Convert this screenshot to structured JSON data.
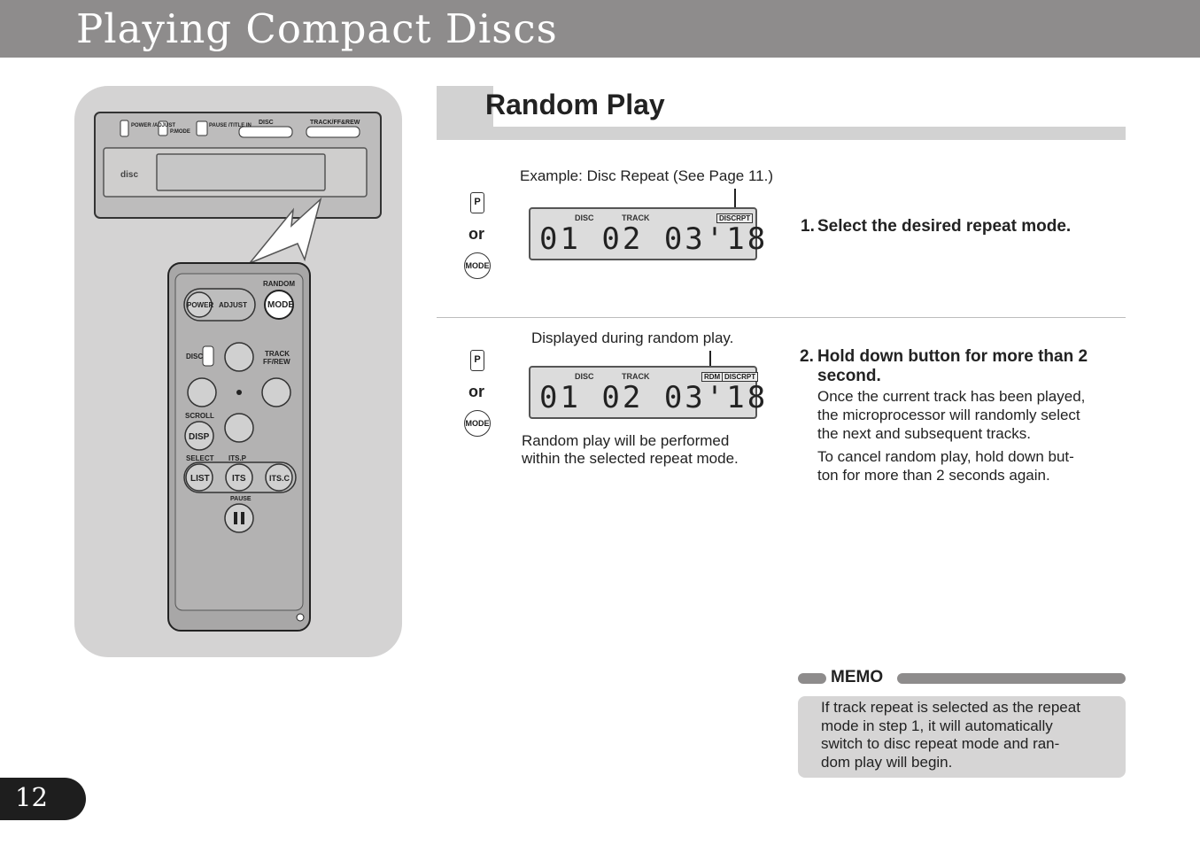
{
  "header": {
    "title": "Playing Compact Discs"
  },
  "page_number": "12",
  "section": {
    "title": "Random Play"
  },
  "step1": {
    "caption": "Example: Disc Repeat (See Page 11.)",
    "or_label": "or",
    "p_button": "P",
    "mode_button": "MODE",
    "display": {
      "disc_label": "DISC",
      "track_label": "TRACK",
      "digits": "01 02 03'18",
      "indicator": "DISCRPT"
    },
    "number": "1.",
    "title": "Select the desired repeat mode."
  },
  "step2": {
    "caption_top": "Displayed during random play.",
    "or_label": "or",
    "p_button": "P",
    "mode_button": "MODE",
    "display": {
      "disc_label": "DISC",
      "track_label": "TRACK",
      "digits": "01 02 03'18",
      "indicator_rdm": "RDM",
      "indicator": "DISCRPT"
    },
    "caption_bottom_1": "Random play will be performed",
    "caption_bottom_2": "within the selected repeat mode.",
    "number": "2.",
    "title_1": "Hold down button for more than 2",
    "title_2": "second.",
    "body_1": [
      "Once the current track has been played,",
      "the microprocessor will randomly select",
      "the next and subsequent tracks."
    ],
    "body_2": [
      "To cancel random play, hold down but-",
      "ton for more than 2 seconds again."
    ]
  },
  "memo": {
    "label": "MEMO",
    "lines": [
      "If track repeat is selected as the repeat",
      "mode in step 1, it will automatically",
      "switch to disc repeat mode and ran-",
      "dom play will begin."
    ]
  },
  "illustration": {
    "head_unit": {
      "power_adjust": "POWER /ADJUST",
      "pmode": "P.MODE",
      "pause_title": "PAUSE /TITLE IN",
      "disc": "DISC",
      "track": "TRACK/FF&REW",
      "logo": "disc"
    },
    "remote": {
      "random": "RANDOM",
      "power": "POWER",
      "adjust": "ADJUST",
      "mode": "MODE",
      "disc": "DISC",
      "track": "TRACK",
      "ffrew": "FF/REW",
      "scroll": "SCROLL",
      "disp": "DISP",
      "select": "SELECT",
      "itsp": "ITS.P",
      "list": "LIST",
      "its": "ITS",
      "itsc": "ITS.C",
      "pause": "PAUSE"
    }
  }
}
